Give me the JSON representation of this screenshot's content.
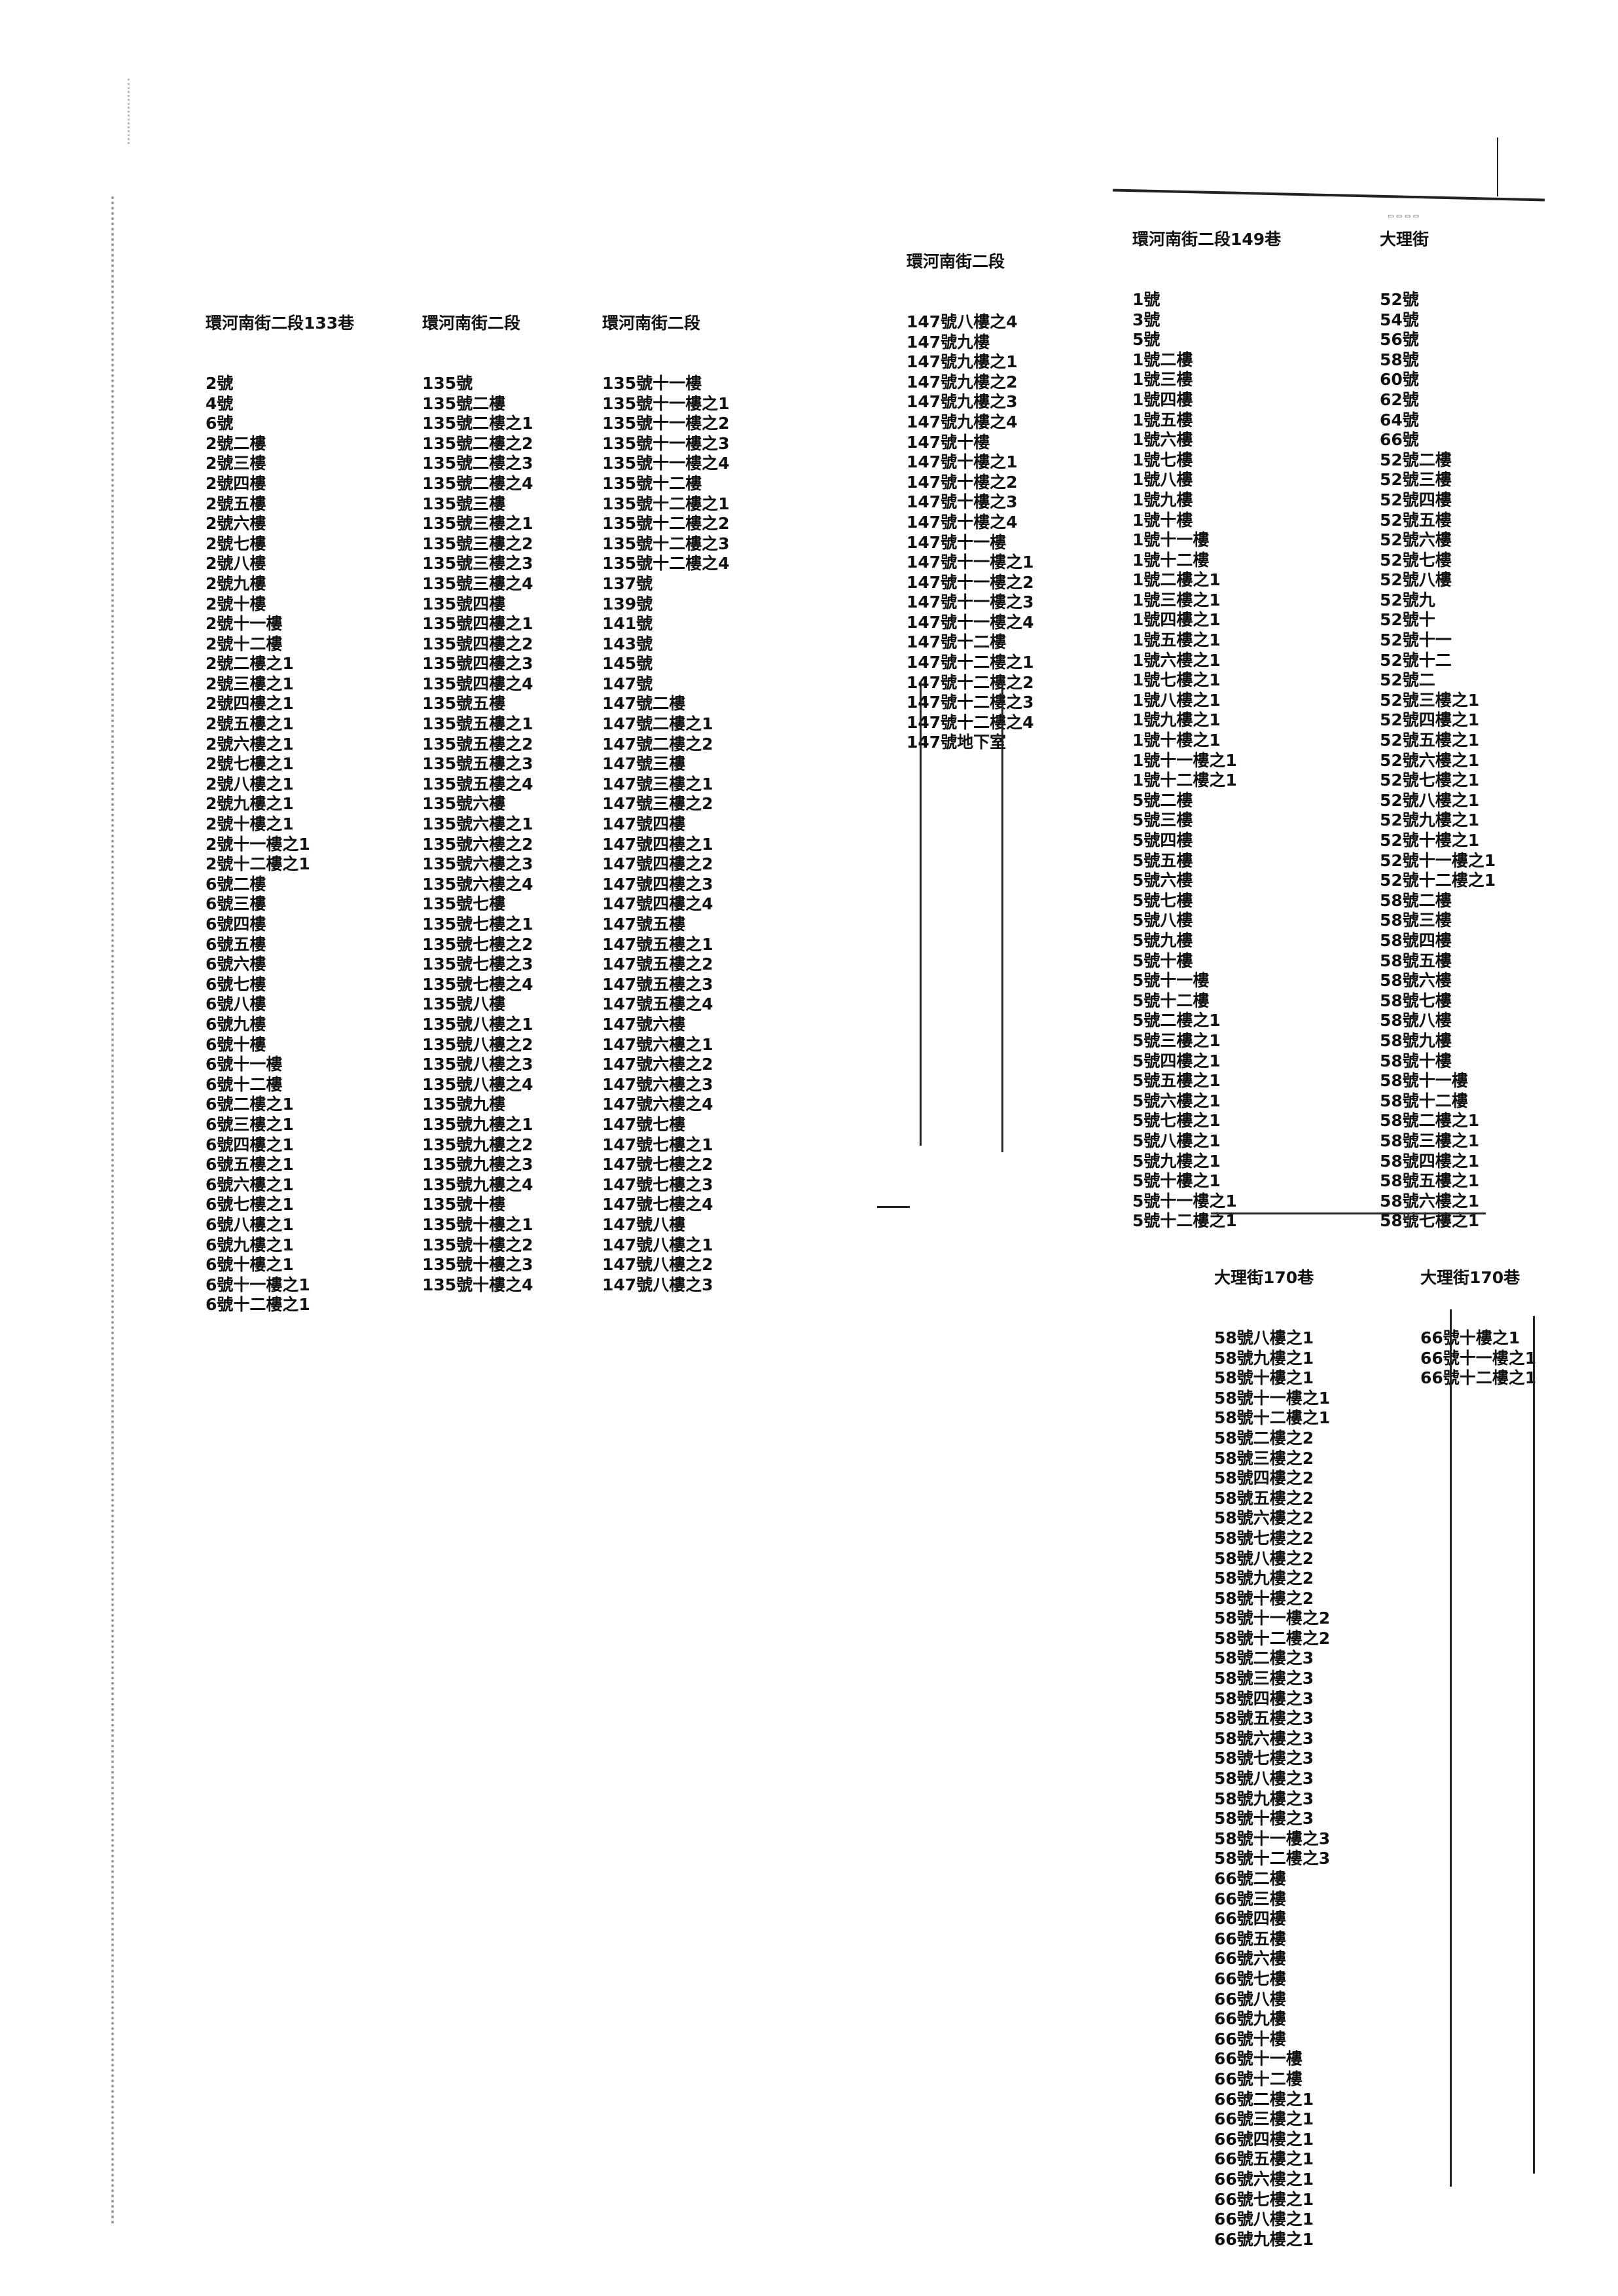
{
  "columns": [
    {
      "header": "環河南街二段133巷",
      "items": [
        "2號",
        "4號",
        "6號",
        "2號二樓",
        "2號三樓",
        "2號四樓",
        "2號五樓",
        "2號六樓",
        "2號七樓",
        "2號八樓",
        "2號九樓",
        "2號十樓",
        "2號十一樓",
        "2號十二樓",
        "2號二樓之1",
        "2號三樓之1",
        "2號四樓之1",
        "2號五樓之1",
        "2號六樓之1",
        "2號七樓之1",
        "2號八樓之1",
        "2號九樓之1",
        "2號十樓之1",
        "2號十一樓之1",
        "2號十二樓之1",
        "6號二樓",
        "6號三樓",
        "6號四樓",
        "6號五樓",
        "6號六樓",
        "6號七樓",
        "6號八樓",
        "6號九樓",
        "6號十樓",
        "6號十一樓",
        "6號十二樓",
        "6號二樓之1",
        "6號三樓之1",
        "6號四樓之1",
        "6號五樓之1",
        "6號六樓之1",
        "6號七樓之1",
        "6號八樓之1",
        "6號九樓之1",
        "6號十樓之1",
        "6號十一樓之1",
        "6號十二樓之1"
      ]
    },
    {
      "header": "環河南街二段",
      "items": [
        "135號",
        "135號二樓",
        "135號二樓之1",
        "135號二樓之2",
        "135號二樓之3",
        "135號二樓之4",
        "135號三樓",
        "135號三樓之1",
        "135號三樓之2",
        "135號三樓之3",
        "135號三樓之4",
        "135號四樓",
        "135號四樓之1",
        "135號四樓之2",
        "135號四樓之3",
        "135號四樓之4",
        "135號五樓",
        "135號五樓之1",
        "135號五樓之2",
        "135號五樓之3",
        "135號五樓之4",
        "135號六樓",
        "135號六樓之1",
        "135號六樓之2",
        "135號六樓之3",
        "135號六樓之4",
        "135號七樓",
        "135號七樓之1",
        "135號七樓之2",
        "135號七樓之3",
        "135號七樓之4",
        "135號八樓",
        "135號八樓之1",
        "135號八樓之2",
        "135號八樓之3",
        "135號八樓之4",
        "135號九樓",
        "135號九樓之1",
        "135號九樓之2",
        "135號九樓之3",
        "135號九樓之4",
        "135號十樓",
        "135號十樓之1",
        "135號十樓之2",
        "135號十樓之3",
        "135號十樓之4"
      ]
    },
    {
      "header": "環河南街二段",
      "items": [
        "135號十一樓",
        "135號十一樓之1",
        "135號十一樓之2",
        "135號十一樓之3",
        "135號十一樓之4",
        "135號十二樓",
        "135號十二樓之1",
        "135號十二樓之2",
        "135號十二樓之3",
        "135號十二樓之4",
        "137號",
        "139號",
        "141號",
        "143號",
        "145號",
        "147號",
        "147號二樓",
        "147號二樓之1",
        "147號二樓之2",
        "147號三樓",
        "147號三樓之1",
        "147號三樓之2",
        "147號四樓",
        "147號四樓之1",
        "147號四樓之2",
        "147號四樓之3",
        "147號四樓之4",
        "147號五樓",
        "147號五樓之1",
        "147號五樓之2",
        "147號五樓之3",
        "147號五樓之4",
        "147號六樓",
        "147號六樓之1",
        "147號六樓之2",
        "147號六樓之3",
        "147號六樓之4",
        "147號七樓",
        "147號七樓之1",
        "147號七樓之2",
        "147號七樓之3",
        "147號七樓之4",
        "147號八樓",
        "147號八樓之1",
        "147號八樓之2",
        "147號八樓之3"
      ]
    },
    {
      "header": "環河南街二段",
      "items": [
        "147號八樓之4",
        "147號九樓",
        "147號九樓之1",
        "147號九樓之2",
        "147號九樓之3",
        "147號九樓之4",
        "147號十樓",
        "147號十樓之1",
        "147號十樓之2",
        "147號十樓之3",
        "147號十樓之4",
        "147號十一樓",
        "147號十一樓之1",
        "147號十一樓之2",
        "147號十一樓之3",
        "147號十一樓之4",
        "147號十二樓",
        "147號十二樓之1",
        "147號十二樓之2",
        "147號十二樓之3",
        "147號十二樓之4",
        "147號地下室"
      ]
    },
    {
      "header": "環河南街二段149巷",
      "items": [
        "1號",
        "3號",
        "5號",
        "1號二樓",
        "1號三樓",
        "1號四樓",
        "1號五樓",
        "1號六樓",
        "1號七樓",
        "1號八樓",
        "1號九樓",
        "1號十樓",
        "1號十一樓",
        "1號十二樓",
        "1號二樓之1",
        "1號三樓之1",
        "1號四樓之1",
        "1號五樓之1",
        "1號六樓之1",
        "1號七樓之1",
        "1號八樓之1",
        "1號九樓之1",
        "1號十樓之1",
        "1號十一樓之1",
        "1號十二樓之1",
        "5號二樓",
        "5號三樓",
        "5號四樓",
        "5號五樓",
        "5號六樓",
        "5號七樓",
        "5號八樓",
        "5號九樓",
        "5號十樓",
        "5號十一樓",
        "5號十二樓",
        "5號二樓之1",
        "5號三樓之1",
        "5號四樓之1",
        "5號五樓之1",
        "5號六樓之1",
        "5號七樓之1",
        "5號八樓之1",
        "5號九樓之1",
        "5號十樓之1",
        "5號十一樓之1",
        "5號十二樓之1"
      ]
    },
    {
      "header": "大理街",
      "items": [
        "52號",
        "54號",
        "56號",
        "58號",
        "60號",
        "62號",
        "64號",
        "66號",
        "52號二樓",
        "52號三樓",
        "52號四樓",
        "52號五樓",
        "52號六樓",
        "52號七樓",
        "52號八樓",
        "52號九",
        "52號十",
        "52號十一",
        "52號十二",
        "52號二",
        "52號三樓之1",
        "52號四樓之1",
        "52號五樓之1",
        "52號六樓之1",
        "52號七樓之1",
        "52號八樓之1",
        "52號九樓之1",
        "52號十樓之1",
        "52號十一樓之1",
        "52號十二樓之1",
        "58號二樓",
        "58號三樓",
        "58號四樓",
        "58號五樓",
        "58號六樓",
        "58號七樓",
        "58號八樓",
        "58號九樓",
        "58號十樓",
        "58號十一樓",
        "58號十二樓",
        "58號二樓之1",
        "58號三樓之1",
        "58號四樓之1",
        "58號五樓之1",
        "58號六樓之1",
        "58號七樓之1"
      ]
    },
    {
      "header": "大理街170巷",
      "items": [
        "58號八樓之1",
        "58號九樓之1",
        "58號十樓之1",
        "58號十一樓之1",
        "58號十二樓之1",
        "58號二樓之2",
        "58號三樓之2",
        "58號四樓之2",
        "58號五樓之2",
        "58號六樓之2",
        "58號七樓之2",
        "58號八樓之2",
        "58號九樓之2",
        "58號十樓之2",
        "58號十一樓之2",
        "58號十二樓之2",
        "58號二樓之3",
        "58號三樓之3",
        "58號四樓之3",
        "58號五樓之3",
        "58號六樓之3",
        "58號七樓之3",
        "58號八樓之3",
        "58號九樓之3",
        "58號十樓之3",
        "58號十一樓之3",
        "58號十二樓之3",
        "66號二樓",
        "66號三樓",
        "66號四樓",
        "66號五樓",
        "66號六樓",
        "66號七樓",
        "66號八樓",
        "66號九樓",
        "66號十樓",
        "66號十一樓",
        "66號十二樓",
        "66號二樓之1",
        "66號三樓之1",
        "66號四樓之1",
        "66號五樓之1",
        "66號六樓之1",
        "66號七樓之1",
        "66號八樓之1",
        "66號九樓之1"
      ]
    },
    {
      "header": "大理街170巷",
      "items": [
        "66號十樓之1",
        "66號十一樓之1",
        "66號十二樓之1"
      ]
    }
  ]
}
